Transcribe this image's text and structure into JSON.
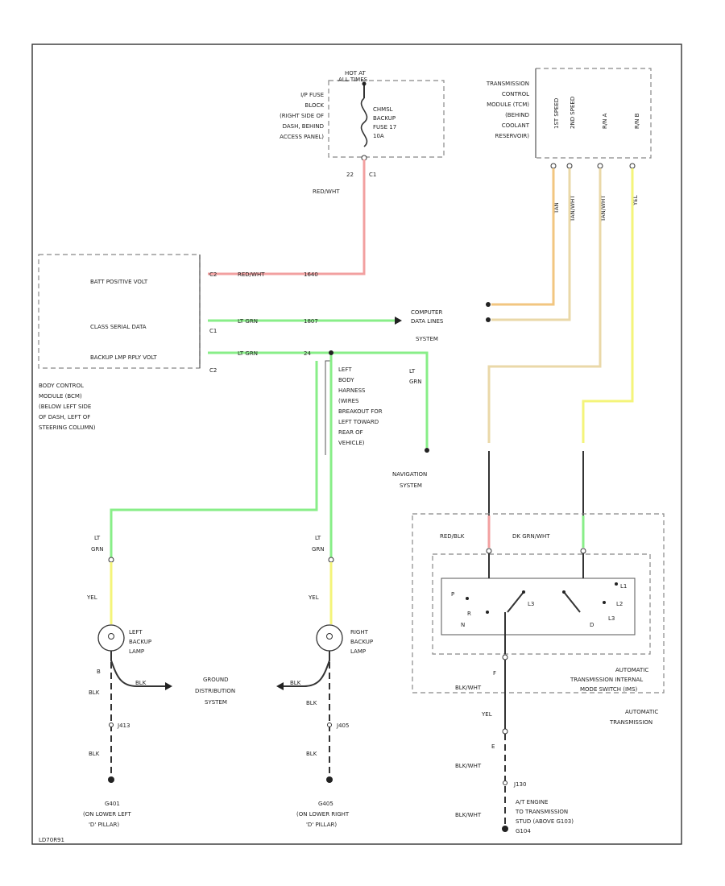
{
  "colors": {
    "red": "#f2a0a0",
    "green": "#88ee88",
    "orange": "#f2c680",
    "tan": "#ead8a8",
    "yellow": "#f4f47a",
    "black": "#333333"
  },
  "fuse": {
    "hot_at": "HOT AT",
    "hot_at2": "ALL TIMES",
    "block": [
      "I/P FUSE",
      "BLOCK",
      "(RIGHT SIDE OF",
      "DASH, BEHIND",
      "ACCESS PANEL)"
    ],
    "fuse_name": [
      "CHMSL",
      "BACKUP",
      "FUSE 17",
      "10A"
    ],
    "pin_top": "22",
    "pin_bottom": "C1",
    "wire": "RED/WHT"
  },
  "tcm": {
    "label": [
      "TRANSMISSION",
      "CONTROL",
      "MODULE (TCM)",
      "(BEHIND",
      "COOLANT",
      "RESERVOIR)"
    ],
    "pins": [
      "1ST SPEED",
      "2ND SPEED",
      "R/N A",
      "R/N B"
    ],
    "wires": [
      "TAN",
      "TAN/WHT",
      "TAN/WHT",
      "YEL"
    ]
  },
  "bcm": {
    "rows": [
      "BATT POSITIVE VOLT",
      "CLASS SERIAL DATA",
      "BACKUP LMP RPLY VOLT"
    ],
    "pins": [
      "C2",
      "C1",
      "C2"
    ],
    "label": [
      "BODY CONTROL",
      "MODULE (BCM)",
      "(BELOW LEFT SIDE",
      "OF DASH, LEFT OF",
      "STEERING COLUMN)"
    ],
    "wire_labels": [
      "RED/WHT",
      "LT GRN",
      "LT GRN"
    ],
    "circuit_nums": [
      "1640",
      "1807",
      "24"
    ]
  },
  "data_link": [
    "COMPUTER",
    "DATA LINES",
    "SYSTEM"
  ],
  "harness_note": [
    "LEFT",
    "BODY",
    "HARNESS",
    "(WIRES",
    "BREAKOUT FOR",
    "LEFT TOWARD",
    "REAR OF",
    "VEHICLE)"
  ],
  "nav": {
    "wire": [
      "LT",
      "GRN"
    ],
    "label": [
      "NAVIGATION",
      "SYSTEM"
    ]
  },
  "left_lamp": {
    "wire_top": [
      "LT",
      "GRN"
    ],
    "wire_mid": "YEL",
    "label": [
      "LEFT",
      "BACKUP",
      "LAMP"
    ],
    "pin": "B",
    "ground_wire": "BLK",
    "splice": "J413",
    "ground_wire2": "BLK",
    "ground": [
      "G401",
      "(ON LOWER LEFT",
      "'D' PILLAR)"
    ]
  },
  "right_lamp": {
    "wire_top": [
      "LT",
      "GRN"
    ],
    "wire_mid": "YEL",
    "label": [
      "RIGHT",
      "BACKUP",
      "LAMP"
    ],
    "ground_wire": "BLK",
    "splice": "J405",
    "ground_wire2": "BLK",
    "ground": [
      "G405",
      "(ON LOWER RIGHT",
      "'D' PILLAR)"
    ]
  },
  "ground_dist": {
    "wire": "BLK",
    "label": [
      "GROUND",
      "DISTRIBUTION",
      "SYSTEM"
    ]
  },
  "switch": {
    "wire_left": "RED/BLK",
    "wire_right": "DK GRN/WHT",
    "label": [
      "AUTOMATIC",
      "TRANSMISSION INTERNAL",
      "MODE SWITCH (IMS)"
    ],
    "trans_label": [
      "AUTOMATIC",
      "TRANSMISSION"
    ],
    "positions": [
      "P",
      "R",
      "N",
      "D",
      "L3",
      "L2",
      "L1",
      "L3"
    ],
    "pin_bottom": "F",
    "wire_bottom": "BLK/WHT",
    "wire_bottom2": "YEL",
    "pin_bottom2": "E",
    "wire_bottom3": "BLK/WHT",
    "splice": "J130",
    "wire_bottom4": "BLK/WHT",
    "ground": [
      "A/T ENGINE",
      "TO TRANSMISSION",
      "STUD (ABOVE G103)",
      "G104"
    ]
  },
  "doc_code": "LD70R91"
}
